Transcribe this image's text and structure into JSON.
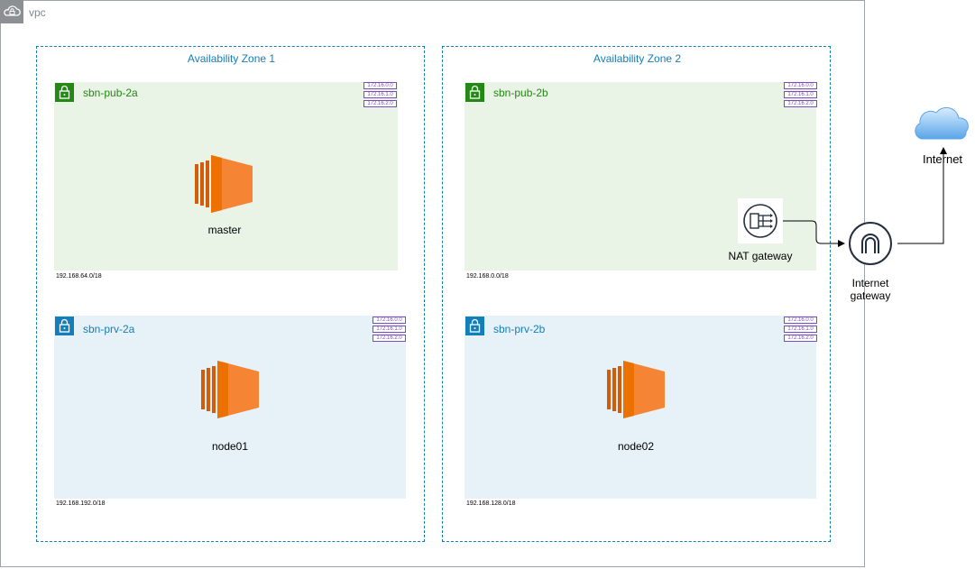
{
  "vpc": {
    "label": "vpc",
    "icon": "vpc-cloud-lock-icon"
  },
  "zones": [
    {
      "label": "Availability Zone 1",
      "public_subnet": {
        "name": "sbn-pub-2a",
        "cidr": "192.168.64.0/18",
        "instance": "master"
      },
      "private_subnet": {
        "name": "sbn-prv-2a",
        "cidr": "192.168.192.0/18",
        "instance": "node01"
      }
    },
    {
      "label": "Availability Zone 2",
      "public_subnet": {
        "name": "sbn-pub-2b",
        "cidr": "192.168.0.0/18",
        "nat": "NAT gateway"
      },
      "private_subnet": {
        "name": "sbn-prv-2b",
        "cidr": "192.168.128.0/18",
        "instance": "node02"
      }
    }
  ],
  "route_table_entries": [
    "172.16.0.0",
    "172.16.1.0",
    "172.16.2.0"
  ],
  "internet_gateway": {
    "line1": "Internet",
    "line2": "gateway",
    "icon": "internet-gateway-icon"
  },
  "internet": {
    "label": "Internet",
    "icon": "cloud-icon"
  },
  "colors": {
    "public_subnet_fill": "#e9f3e6",
    "private_subnet_fill": "#e6f2f8",
    "public_accent": "#248814",
    "private_accent": "#147eba",
    "ec2_orange": "#ed7100",
    "route_table": "#7a4dbb"
  }
}
